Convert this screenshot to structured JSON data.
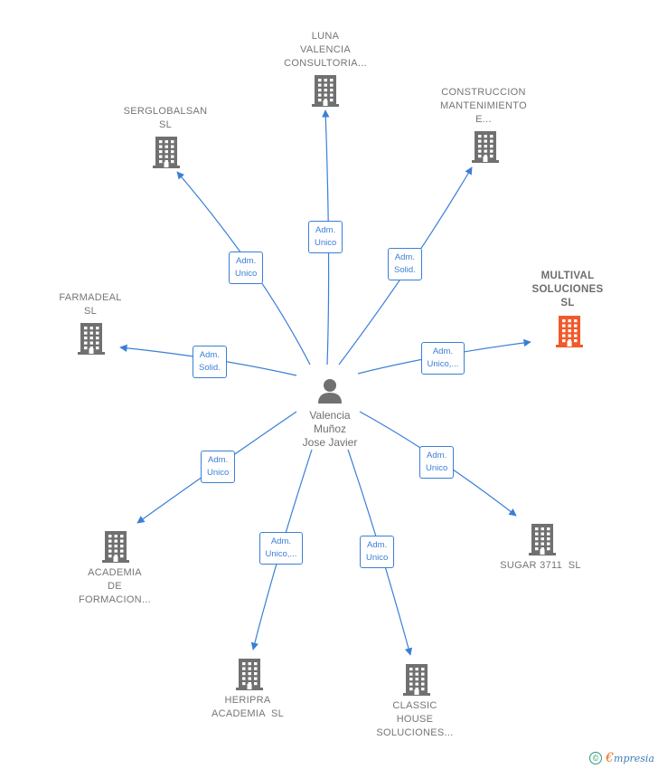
{
  "colors": {
    "link": "#3a7fd6",
    "building": "#707070",
    "highlight": "#f15a29",
    "person": "#707070"
  },
  "center": {
    "name_lines": [
      "Valencia",
      "Muñoz",
      "Jose Javier"
    ],
    "icon": "person-icon"
  },
  "nodes": [
    {
      "id": "luna",
      "lines": [
        "LUNA",
        "VALENCIA",
        "CONSULTORIA..."
      ],
      "relation": [
        "Adm.",
        "Unico"
      ],
      "highlight": false
    },
    {
      "id": "serglobalsan",
      "lines": [
        "SERGLOBALSAN",
        "SL"
      ],
      "relation": [
        "Adm.",
        "Unico"
      ],
      "highlight": false
    },
    {
      "id": "construccion",
      "lines": [
        "CONSTRUCCION",
        "MANTENIMIENTO",
        "E..."
      ],
      "relation": [
        "Adm.",
        "Solid."
      ],
      "highlight": false
    },
    {
      "id": "multival",
      "lines": [
        "MULTIVAL",
        "SOLUCIONES",
        "SL"
      ],
      "relation": [
        "Adm.",
        "Unico,..."
      ],
      "highlight": true
    },
    {
      "id": "farmadeal",
      "lines": [
        "FARMADEAL",
        "SL"
      ],
      "relation": [
        "Adm.",
        "Solid."
      ],
      "highlight": false
    },
    {
      "id": "academia",
      "lines": [
        "ACADEMIA",
        "DE",
        "FORMACION..."
      ],
      "relation": [
        "Adm.",
        "Unico"
      ],
      "highlight": false
    },
    {
      "id": "sugar",
      "lines": [
        "SUGAR 3711  SL"
      ],
      "relation": [
        "Adm.",
        "Unico"
      ],
      "highlight": false
    },
    {
      "id": "heripra",
      "lines": [
        "HERIPRA",
        "ACADEMIA  SL"
      ],
      "relation": [
        "Adm.",
        "Unico,..."
      ],
      "highlight": false
    },
    {
      "id": "classic",
      "lines": [
        "CLASSIC",
        "HOUSE",
        "SOLUCIONES..."
      ],
      "relation": [
        "Adm.",
        "Unico"
      ],
      "highlight": false
    }
  ],
  "copyright": {
    "symbol": "©",
    "brand_initial": "€",
    "brand_rest": "mpresia"
  }
}
